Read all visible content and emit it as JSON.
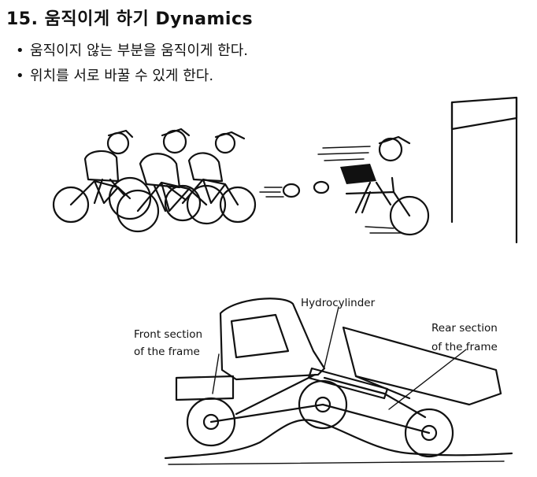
{
  "title": "15. 움직이게 하기  Dynamics",
  "bullets": [
    "움직이지 않는 부분을 움직이게 한다.",
    "위치를 서로 바꿀 수 있게 한다."
  ],
  "figure_top": {
    "icon": "cyclists-race-illustration"
  },
  "figure_bottom": {
    "icon": "articulated-vehicle-illustration",
    "labels": {
      "hydrocylinder": "Hydrocylinder",
      "front_line1": "Front section",
      "front_line2": "of the frame",
      "rear_line1": "Rear section",
      "rear_line2": "of the frame"
    }
  }
}
